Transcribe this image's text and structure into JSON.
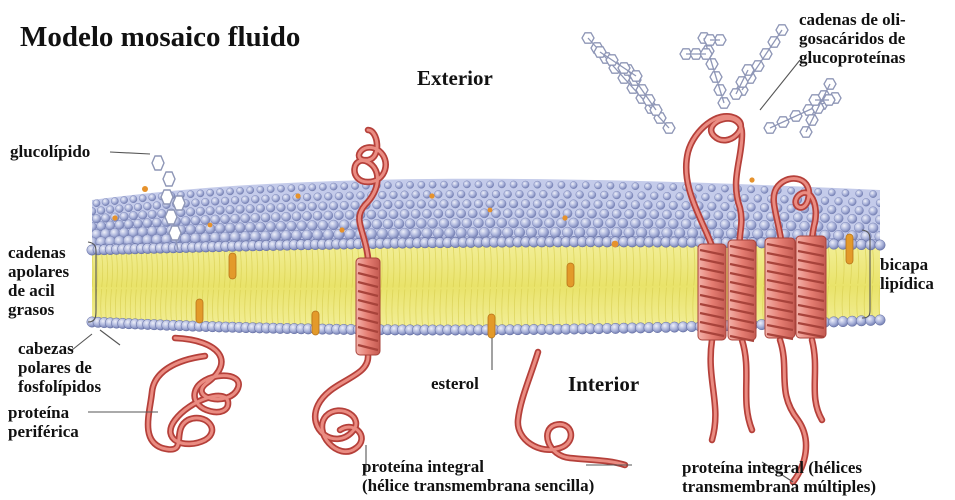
{
  "title": "Modelo mosaico fluido",
  "regions": {
    "exterior": "Exterior",
    "interior": "Interior"
  },
  "labels": {
    "glycolipid": "glucolípido",
    "acyl_chains": [
      "cadenas",
      "apolares",
      "de acil",
      "grasos"
    ],
    "polar_heads": [
      "cabezas",
      "polares de",
      "fosfolípidos"
    ],
    "peripheral_protein": [
      "proteína",
      "periférica"
    ],
    "sterol": "esterol",
    "single_helix_protein": [
      "proteína integral",
      "(hélice transmembrana sencilla)"
    ],
    "multi_helix_protein": [
      "proteína integral (hélices",
      "transmembrana múltiples)"
    ],
    "bilayer": [
      "bicapa",
      "lipídica"
    ],
    "oligosaccharides": [
      "cadenas de oli-",
      "gosacáridos de",
      "glucoproteínas"
    ]
  },
  "colors": {
    "head": "#a9b3da",
    "head_dark": "#7480b4",
    "tail": "#eee87a",
    "protein": "#e07a70",
    "protein_dark": "#b5403a",
    "sterol": "#e39a2a",
    "sugar": "#8e96b6"
  }
}
